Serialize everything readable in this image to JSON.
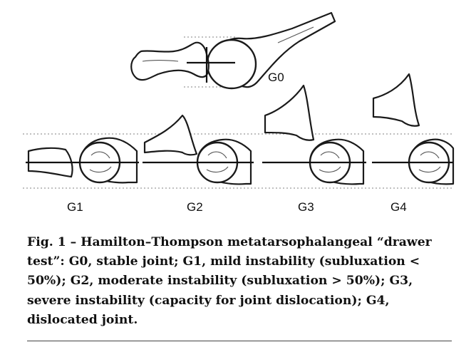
{
  "figure": {
    "stages": [
      {
        "label": "G0"
      },
      {
        "label": "G1"
      },
      {
        "label": "G2"
      },
      {
        "label": "G3"
      },
      {
        "label": "G4"
      }
    ]
  },
  "caption": {
    "prefix": "Fig. 1 – ",
    "text": "Hamilton–Thompson metatarsophalangeal “drawer test”: G0, stable joint; G1, mild instability (subluxation < 50%); G2, moderate instability (subluxation > 50%); G3, severe instability (capacity for joint dislocation); G4, dislocated joint."
  }
}
